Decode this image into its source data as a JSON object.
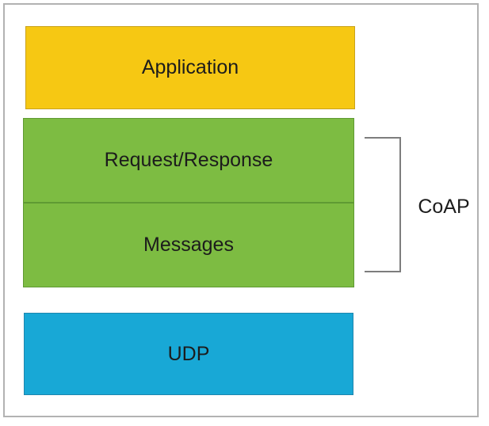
{
  "figure": {
    "type": "protocol-stack-diagram",
    "description": "CoAP protocol stack layers",
    "layers": [
      {
        "name": "application",
        "label": "Application",
        "fill": "#f6c813",
        "border": "#c9a21b"
      },
      {
        "name": "request-response",
        "label": "Request/Response",
        "fill": "#7dbc42",
        "border": "#5f9a33"
      },
      {
        "name": "messages",
        "label": "Messages",
        "fill": "#7dbc42",
        "border": "#5f9a33"
      },
      {
        "name": "udp",
        "label": "UDP",
        "fill": "#18a8d6",
        "border": "#1e86ae"
      }
    ],
    "bracket": {
      "label": "CoAP",
      "spans": [
        "request-response",
        "messages"
      ],
      "color": "#7d7d7d"
    },
    "colors": {
      "frame_border": "#b2b2b2",
      "text": "#1c1c1c",
      "background": "#ffffff"
    }
  }
}
